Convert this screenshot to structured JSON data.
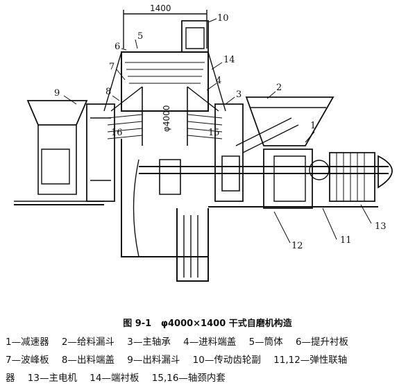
{
  "dimensions": {
    "width_label": "1400",
    "diameter_label": "φ4000"
  },
  "part_numbers": [
    "1",
    "2",
    "3",
    "4",
    "5",
    "6",
    "7",
    "8",
    "9",
    "10",
    "11",
    "12",
    "13",
    "14",
    "15",
    "16"
  ],
  "caption": {
    "figure": "图 9-1",
    "title": "φ4000×1400 干式自磨机构造"
  },
  "legend": [
    "1—减速器",
    "2—给料漏斗",
    "3—主轴承",
    "4—进料端盖",
    "5—筒体",
    "6—提升衬板",
    "7—波峰板",
    "8—出料端盖",
    "9—出料漏斗",
    "10—传动齿轮副",
    "11,12—弹性联轴",
    "器",
    "13—主电机",
    "14—端衬板",
    "15,16—轴颈内套"
  ]
}
